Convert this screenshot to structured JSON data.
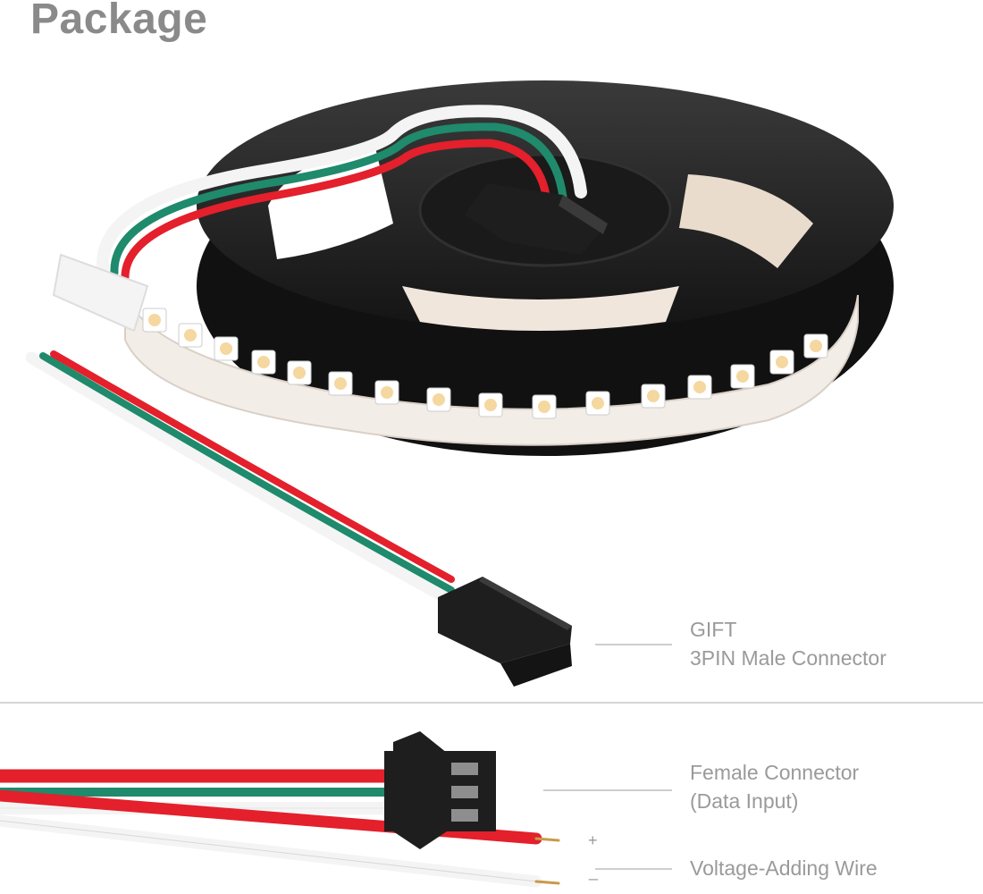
{
  "title": "Package",
  "callouts": {
    "gift": {
      "line1": "GIFT",
      "line2": "3PIN Male Connector"
    },
    "female": {
      "line1": "Female Connector",
      "line2": "(Data Input)"
    },
    "voltage": {
      "line1": "Voltage-Adding Wire"
    }
  },
  "polarity": {
    "plus": "+",
    "minus": "_"
  },
  "colors": {
    "wire_red": "#e3202b",
    "wire_green": "#1f8a6c",
    "wire_white": "#f4f4f4",
    "connector": "#1e1e1e",
    "reel": "#262626",
    "strip": "#f3ede8",
    "label_text": "#9a9a9a"
  }
}
